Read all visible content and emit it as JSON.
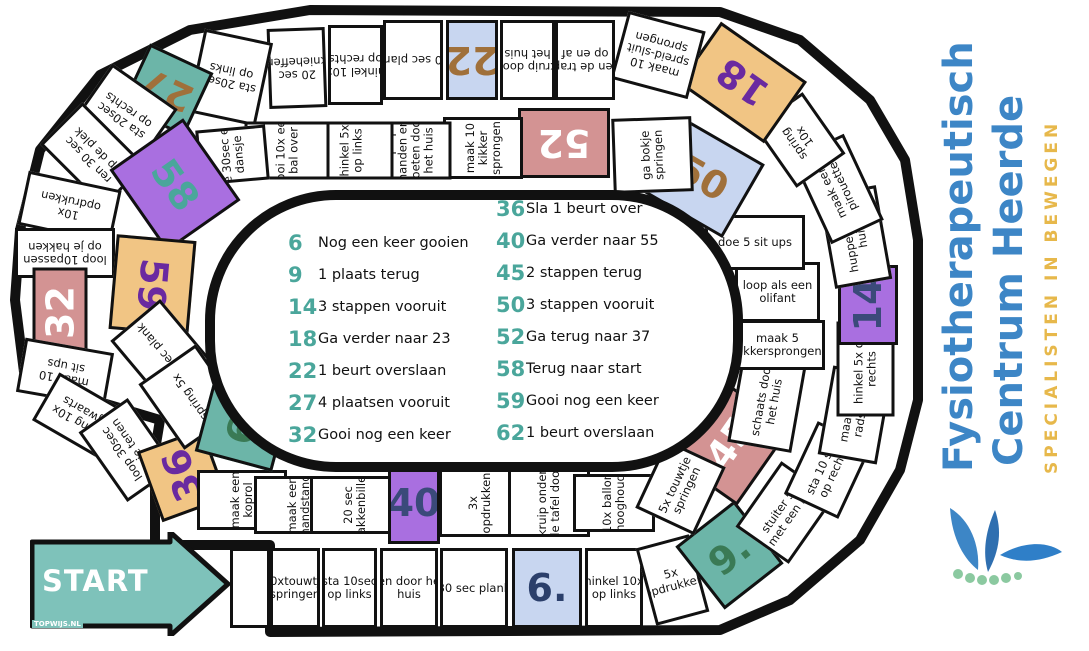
{
  "colors": {
    "teal": "#6cb5a8",
    "orange": "#f1c584",
    "purple": "#a96fe0",
    "rose": "#d39393",
    "blue": "#c8d6f0",
    "brand_blue": "#3d86c6",
    "brand_yellow": "#e7b84b"
  },
  "start": {
    "label": "START",
    "credit": "TOPWIJS.NL"
  },
  "board_squares": [
    {
      "text": "",
      "color": ""
    },
    {
      "text": "10xtouwtje\nspringen",
      "color": ""
    },
    {
      "text": "sta 10sec\nop links",
      "color": ""
    },
    {
      "text": "ren door het\nhuis",
      "color": ""
    },
    {
      "text": "30 sec plank",
      "color": ""
    },
    {
      "text": "6.",
      "color": "#c8d6f0"
    },
    {
      "text": "hinkel 10x\nop links",
      "color": ""
    },
    {
      "text": "5x\nopdrukken",
      "color": ""
    },
    {
      "text": "9.",
      "color": "#6cb5a8"
    },
    {
      "text": "stuiter 5x\nmet een bal",
      "color": ""
    },
    {
      "text": "sta 10 sec\nop rechts",
      "color": ""
    },
    {
      "text": "45",
      "color": "#d39393"
    },
    {
      "text": "maak een\nradslag",
      "color": ""
    },
    {
      "text": "hinkel 5x op\nrechts",
      "color": ""
    },
    {
      "text": "14",
      "color": "#a96fe0"
    },
    {
      "text": "huppel door\nhuis",
      "color": ""
    },
    {
      "text": "maak een\npirouette",
      "color": ""
    },
    {
      "text": "spring\n10x",
      "color": ""
    },
    {
      "text": "18",
      "color": "#f1c584"
    },
    {
      "text": "maak 10\nspreid-sluit\nsprongen",
      "color": ""
    },
    {
      "text": "ren de trap\nop en af",
      "color": ""
    },
    {
      "text": "kruip door\nhet huis",
      "color": ""
    },
    {
      "text": "22",
      "color": "#c8d6f0"
    },
    {
      "text": "20 sec plank",
      "color": ""
    },
    {
      "text": "hinkel 10x\nop rechts",
      "color": ""
    },
    {
      "text": "20 sec\nknieheffen",
      "color": ""
    },
    {
      "text": "sta 20sec\nop links",
      "color": ""
    },
    {
      "text": "27",
      "color": "#6cb5a8"
    },
    {
      "text": "sta 20sec\nop rechts",
      "color": ""
    },
    {
      "text": "ren 30 sec\nop de plek",
      "color": ""
    },
    {
      "text": "10x\nopdrukken",
      "color": ""
    },
    {
      "text": "loop 10passen\nop je hakken",
      "color": ""
    },
    {
      "text": "32",
      "color": "#d39393"
    },
    {
      "text": "maak 10\nsit ups",
      "color": ""
    },
    {
      "text": "spring 10x\nzijwaarts",
      "color": ""
    },
    {
      "text": "loop 30sec\nop je tenen",
      "color": ""
    },
    {
      "text": "36",
      "color": "#f1c584"
    },
    {
      "text": "maak een\nkoprol",
      "color": ""
    },
    {
      "text": "maak een\nhandstand",
      "color": ""
    },
    {
      "text": "20 sec\nhakkenbillen",
      "color": ""
    },
    {
      "text": "40",
      "color": "#a96fe0"
    },
    {
      "text": "3x\nopdrukken",
      "color": ""
    },
    {
      "text": "kruip onder\nde tafel door",
      "color": ""
    },
    {
      "text": "10x ballon\nhooghoud",
      "color": ""
    },
    {
      "text": "5x touwtje\nspringen",
      "color": ""
    },
    {
      "text": "schaats door\nhet huis",
      "color": ""
    },
    {
      "text": "maak 5\nkikkersprongen",
      "color": ""
    },
    {
      "text": "loop als een\nolifant",
      "color": ""
    },
    {
      "text": "doe 5 sit ups",
      "color": ""
    },
    {
      "text": "50",
      "color": "#c8d6f0"
    },
    {
      "text": "ga bokje\nspringen",
      "color": ""
    },
    {
      "text": "52",
      "color": "#d39393"
    },
    {
      "text": "maak 10\nkikker\nsprongen",
      "color": ""
    },
    {
      "text": "loop op\nhanden en\nvoeten door\nhet huis",
      "color": ""
    },
    {
      "text": "hinkel 5x\nop links",
      "color": ""
    },
    {
      "text": "gooi 10x een\nbal over",
      "color": ""
    },
    {
      "text": "doe 30sec een\ndansje",
      "color": ""
    },
    {
      "text": "58",
      "color": "#a96fe0"
    },
    {
      "text": "59",
      "color": "#f1c584"
    },
    {
      "text": "10 sec plank",
      "color": ""
    },
    {
      "text": "spring 5x",
      "color": ""
    },
    {
      "text": "62",
      "color": "#6cb5a8"
    }
  ],
  "legend": [
    {
      "num": "6",
      "text": "Nog een keer gooien"
    },
    {
      "num": "9",
      "text": "1 plaats terug"
    },
    {
      "num": "14",
      "text": "3 stappen vooruit"
    },
    {
      "num": "18",
      "text": "Ga verder naar 23"
    },
    {
      "num": "22",
      "text": "1 beurt overslaan"
    },
    {
      "num": "27",
      "text": "4 plaatsen vooruit"
    },
    {
      "num": "32",
      "text": "Gooi nog een keer"
    },
    {
      "num": "36",
      "text": "Sla 1 beurt over"
    },
    {
      "num": "40",
      "text": "Ga verder naar 55"
    },
    {
      "num": "45",
      "text": "2 stappen terug"
    },
    {
      "num": "50",
      "text": "3 stappen vooruit"
    },
    {
      "num": "52",
      "text": "Ga terug naar 37"
    },
    {
      "num": "58",
      "text": "Terug naar start"
    },
    {
      "num": "59",
      "text": "Gooi nog een keer"
    },
    {
      "num": "62",
      "text": "1 beurt overslaan"
    }
  ],
  "brand": {
    "line1": "Fysiotherapeutisch",
    "line2": "Centrum Heerde",
    "tagline": "SPECIALISTEN IN BEWEGEN"
  }
}
